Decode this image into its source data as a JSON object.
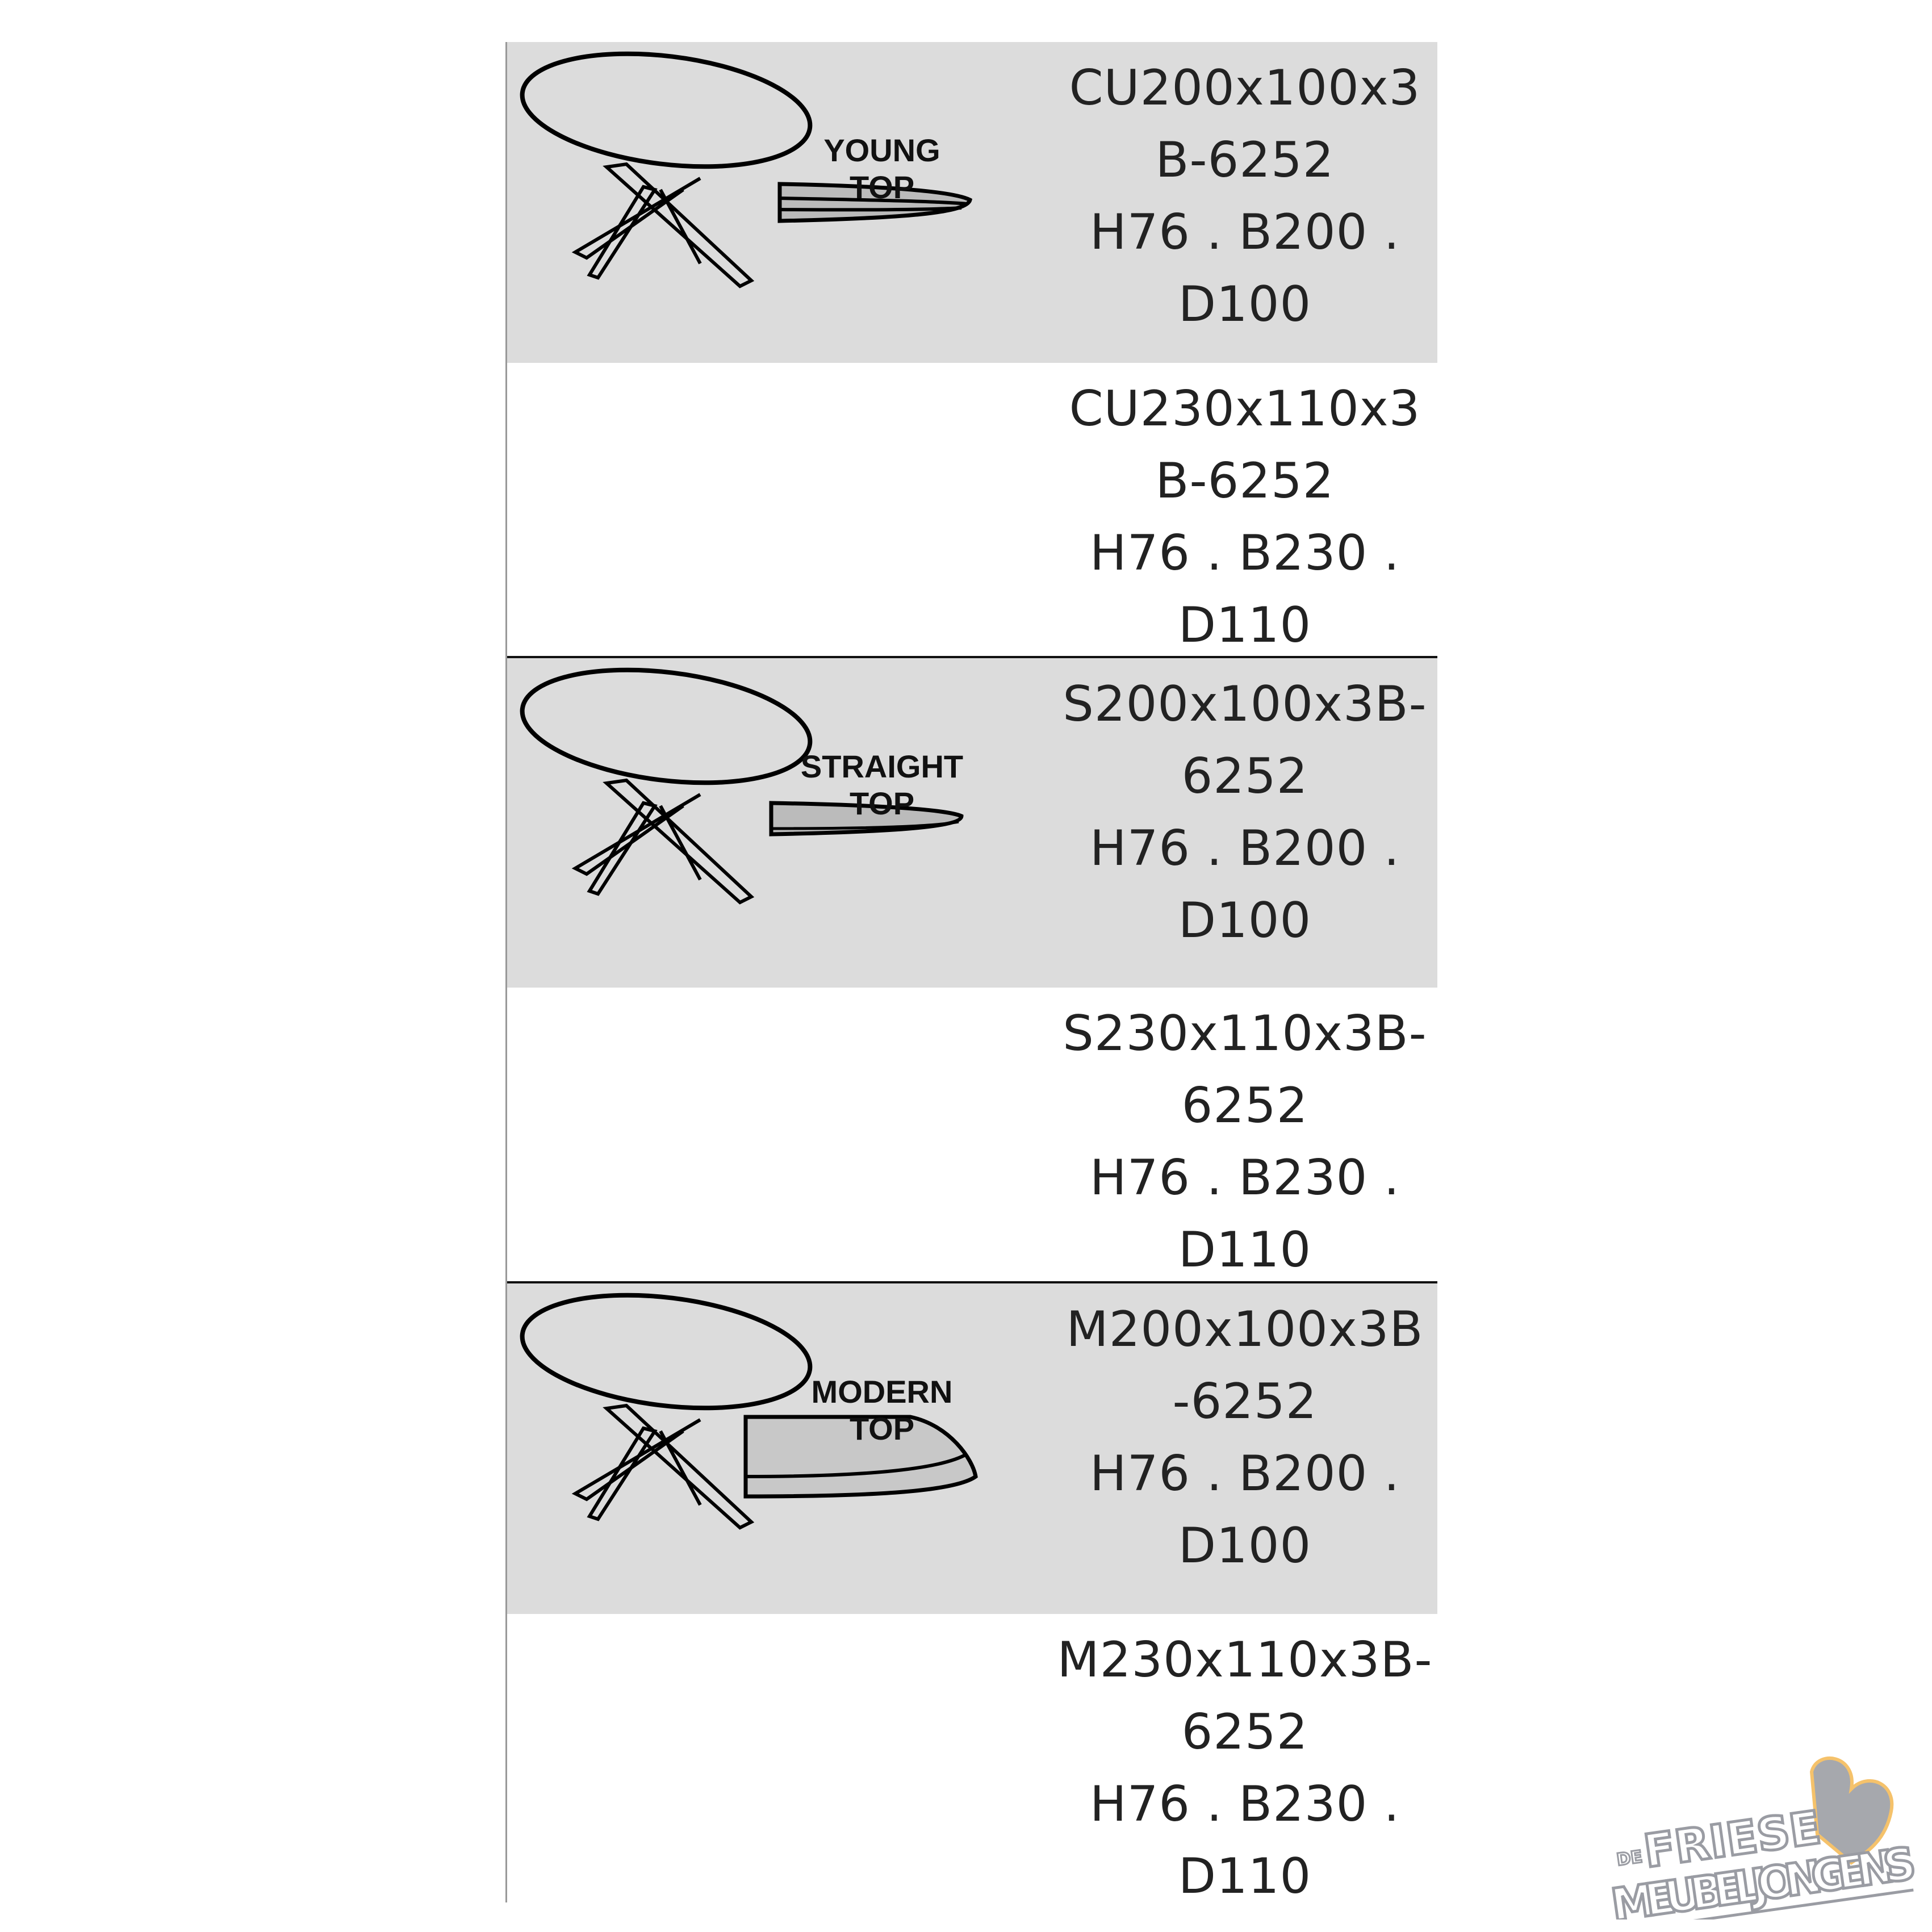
{
  "rows": [
    {
      "shade": "gray",
      "label": [
        "YOUNG",
        "TOP"
      ],
      "edge": "young",
      "lines": [
        "CU200x100x3",
        "B-6252",
        "H76 . B200 .",
        "D100"
      ]
    },
    {
      "shade": "white",
      "lines": [
        "CU230x110x3",
        "B-6252",
        "H76 . B230 .",
        "D110"
      ]
    },
    {
      "shade": "gray",
      "label": [
        "STRAIGHT",
        "TOP"
      ],
      "edge": "straight",
      "lines": [
        "S200x100x3B-",
        "6252",
        "H76 . B200 .",
        "D100"
      ]
    },
    {
      "shade": "white",
      "lines": [
        "S230x110x3B-",
        "6252",
        "H76 . B230 .",
        "D110"
      ]
    },
    {
      "shade": "gray",
      "label": [
        "MODERN",
        "TOP"
      ],
      "edge": "modern",
      "lines": [
        "M200x100x3B",
        "-6252",
        "H76 . B200 .",
        "D100"
      ]
    },
    {
      "shade": "white",
      "lines": [
        "M230x110x3B-",
        "6252",
        "H76 . B230 .",
        "D110"
      ]
    }
  ],
  "logo": {
    "text": [
      "DE",
      "FRIESE",
      "MEUBELJONGENS"
    ],
    "accent": "#f5c26b",
    "color": "#9a9ca3"
  }
}
